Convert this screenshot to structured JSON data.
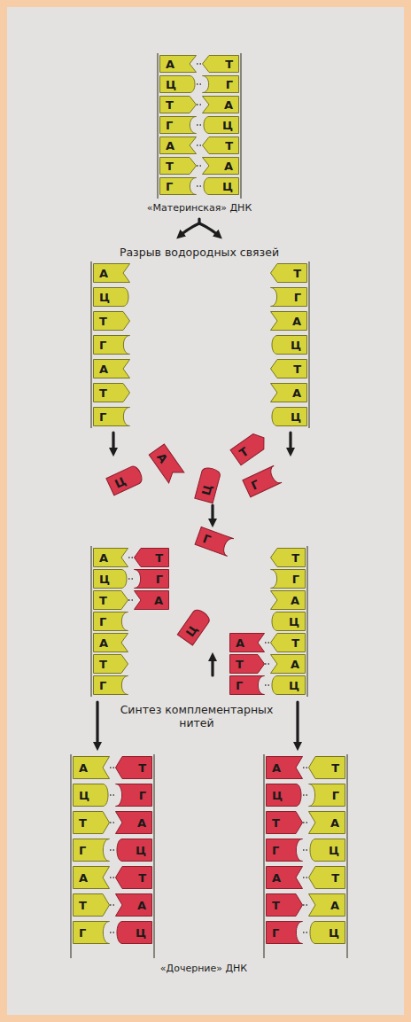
{
  "diagram": {
    "nodes": [
      {
        "text": [
          "А"
        ]
      },
      {
        "text": [
          "Т"
        ]
      },
      {
        "text": [
          "Ц"
        ]
      },
      {
        "text": [
          "Г"
        ]
      },
      {
        "text": [
          "Т"
        ]
      },
      {
        "text": [
          "А"
        ]
      },
      {
        "text": [
          "Г"
        ]
      },
      {
        "text": [
          "Ц"
        ]
      },
      {
        "text": [
          "А"
        ]
      },
      {
        "text": [
          "Т"
        ]
      },
      {
        "text": [
          "Т"
        ]
      },
      {
        "text": [
          "А"
        ]
      },
      {
        "text": [
          "Г"
        ]
      },
      {
        "text": [
          "Ц"
        ]
      },
      {
        "text": [
          "А"
        ]
      },
      {
        "text": [
          "Т"
        ]
      },
      {
        "text": [
          "Ц"
        ]
      },
      {
        "text": [
          "Г"
        ]
      },
      {
        "text": [
          "Т"
        ]
      },
      {
        "text": [
          "А"
        ]
      },
      {
        "text": [
          "Г"
        ]
      },
      {
        "text": [
          "Ц"
        ]
      },
      {
        "text": [
          "А"
        ]
      },
      {
        "text": [
          "Т"
        ]
      },
      {
        "text": [
          "Т"
        ]
      },
      {
        "text": [
          "А"
        ]
      },
      {
        "text": [
          "Г"
        ]
      },
      {
        "text": [
          "Ц"
        ]
      },
      {
        "text": [
          "Ц"
        ]
      },
      {
        "text": [
          "А"
        ]
      },
      {
        "text": [
          "Ц"
        ]
      },
      {
        "text": [
          "Т"
        ]
      },
      {
        "text": [
          "Г"
        ]
      },
      {
        "text": [
          "Г"
        ]
      },
      {
        "text": [
          "Ц"
        ]
      },
      {
        "text": [
          "А"
        ]
      },
      {
        "text": [
          "Т"
        ]
      },
      {
        "text": [
          "Т"
        ]
      },
      {
        "text": [
          "Ц"
        ]
      },
      {
        "text": [
          "Г"
        ]
      },
      {
        "text": [
          "Г"
        ]
      },
      {
        "text": [
          "Т"
        ]
      },
      {
        "text": [
          "А"
        ]
      },
      {
        "text": [
          "А"
        ]
      },
      {
        "text": [
          "Г"
        ]
      },
      {
        "text": [
          "Ц"
        ]
      },
      {
        "text": [
          "А"
        ]
      },
      {
        "text": [
          "А"
        ]
      },
      {
        "text": [
          "Т"
        ]
      },
      {
        "text": [
          "Т"
        ]
      },
      {
        "text": [
          "Т"
        ]
      },
      {
        "text": [
          "А"
        ]
      },
      {
        "text": [
          "Г"
        ]
      },
      {
        "text": [
          "Г"
        ]
      },
      {
        "text": [
          "Ц"
        ]
      },
      {
        "text": [
          "А"
        ]
      },
      {
        "text": [
          "Т"
        ]
      },
      {
        "text": [
          "А"
        ]
      },
      {
        "text": [
          "Т"
        ]
      },
      {
        "text": [
          "Ц"
        ]
      },
      {
        "text": [
          "Г"
        ]
      },
      {
        "text": [
          "Ц"
        ]
      },
      {
        "text": [
          "Г"
        ]
      },
      {
        "text": [
          "Т"
        ]
      },
      {
        "text": [
          "А"
        ]
      },
      {
        "text": [
          "Т"
        ]
      },
      {
        "text": [
          "А"
        ]
      },
      {
        "text": [
          "Г"
        ]
      },
      {
        "text": [
          "Ц"
        ]
      },
      {
        "text": [
          "Г"
        ]
      },
      {
        "text": [
          "Ц"
        ]
      },
      {
        "text": [
          "А"
        ]
      },
      {
        "text": [
          "Т"
        ]
      },
      {
        "text": [
          "А"
        ]
      },
      {
        "text": [
          "Т"
        ]
      },
      {
        "text": [
          "Т"
        ]
      },
      {
        "text": [
          "А"
        ]
      },
      {
        "text": [
          "Т"
        ]
      },
      {
        "text": [
          "А"
        ]
      },
      {
        "text": [
          "Г"
        ]
      },
      {
        "text": [
          "Ц"
        ]
      },
      {
        "text": [
          "Г"
        ]
      },
      {
        "text": [
          "Ц"
        ]
      }
    ],
    "edges": [
      {
        "from": 0,
        "to": 1,
        "arrow": "none"
      },
      {
        "from": 2,
        "to": 3,
        "arrow": "none"
      },
      {
        "from": 4,
        "to": 5,
        "arrow": "none"
      },
      {
        "from": 6,
        "to": 7,
        "arrow": "none"
      },
      {
        "from": 8,
        "to": 9,
        "arrow": "none"
      },
      {
        "from": 10,
        "to": 11,
        "arrow": "none"
      },
      {
        "from": 12,
        "to": 13,
        "arrow": "none"
      },
      {
        "from": 35,
        "to": 36,
        "arrow": "none"
      },
      {
        "from": 38,
        "to": 39,
        "arrow": "none"
      },
      {
        "from": 41,
        "to": 42,
        "arrow": "none"
      },
      {
        "from": 47,
        "to": 48,
        "arrow": "none"
      },
      {
        "from": 50,
        "to": 51,
        "arrow": "none"
      },
      {
        "from": 53,
        "to": 54,
        "arrow": "none"
      },
      {
        "from": 55,
        "to": 56,
        "arrow": "none"
      },
      {
        "from": 57,
        "to": 58,
        "arrow": "none"
      },
      {
        "from": 59,
        "to": 60,
        "arrow": "none"
      },
      {
        "from": 61,
        "to": 62,
        "arrow": "none"
      },
      {
        "from": 63,
        "to": 64,
        "arrow": "none"
      },
      {
        "from": 65,
        "to": 66,
        "arrow": "none"
      },
      {
        "from": 67,
        "to": 68,
        "arrow": "none"
      },
      {
        "from": 69,
        "to": 70,
        "arrow": "none"
      },
      {
        "from": 71,
        "to": 72,
        "arrow": "none"
      },
      {
        "from": 73,
        "to": 74,
        "arrow": "none"
      },
      {
        "from": 75,
        "to": 76,
        "arrow": "none"
      },
      {
        "from": 77,
        "to": 78,
        "arrow": "none"
      },
      {
        "from": 79,
        "to": 80,
        "arrow": "none"
      },
      {
        "from": 81,
        "to": 82,
        "arrow": "none"
      }
    ],
    "labels": [
      "«Материнская» ДНК",
      "Разрыв водородных связей",
      "Синтез комплементарных нитей",
      "«Дочерние» ДНК"
    ]
  }
}
